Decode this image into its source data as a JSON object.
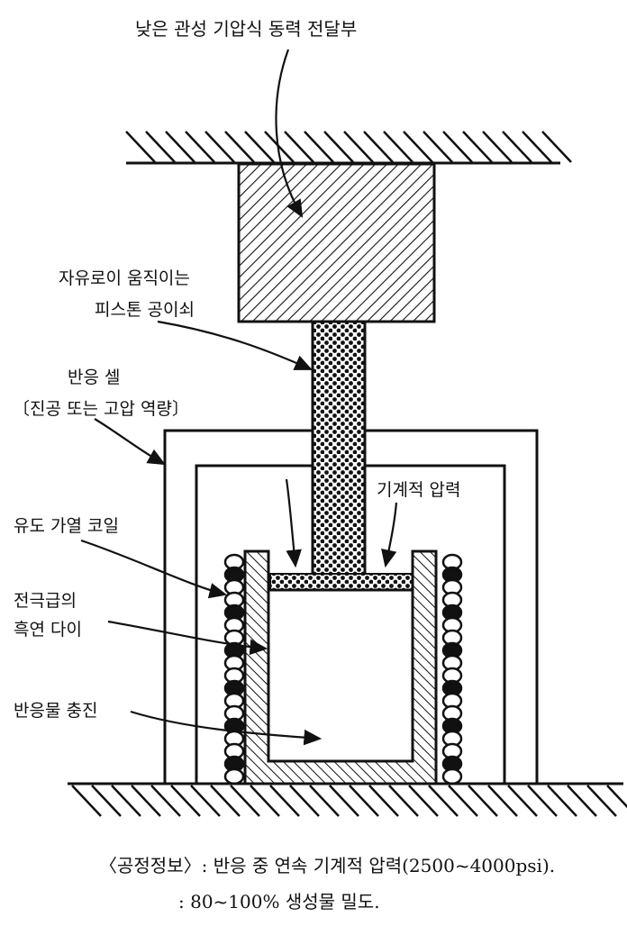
{
  "labels": {
    "title": "낮은 관성 기압식 동력 전달부",
    "piston_line1": "자유로이 움직이는",
    "piston_line2": "피스톤 공이쇠",
    "cell_line1": "반응 셀",
    "cell_line2": "〔진공 또는 고압 역량〕",
    "pressure": "기계적 압력",
    "coil": "유도 가열 코일",
    "die_line1": "전극급의",
    "die_line2": "흑연 다이",
    "charge": "반응물 충진"
  },
  "caption": {
    "line1": "〈공정정보〉: 반응 중 연속 기계적 압력(2500~4000psi).",
    "line2": ": 80~100% 생성물 밀도."
  }
}
